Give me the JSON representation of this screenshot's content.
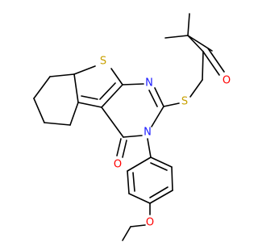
{
  "molecule": {
    "atoms": {
      "s_ring": {
        "text": "S",
        "color": "#c8a000"
      },
      "s_thioether": {
        "text": "S",
        "color": "#c8a000"
      },
      "n_imine": {
        "text": "N",
        "color": "#1a1aff"
      },
      "n_amide": {
        "text": "N",
        "color": "#1a1aff"
      },
      "o_carbonyl_ring": {
        "text": "O",
        "color": "#ff0000"
      },
      "o_ketone": {
        "text": "O",
        "color": "#ff0000"
      },
      "o_ether": {
        "text": "O",
        "color": "#ff0000"
      }
    },
    "bond_color": "#000000",
    "background": "#ffffff"
  }
}
